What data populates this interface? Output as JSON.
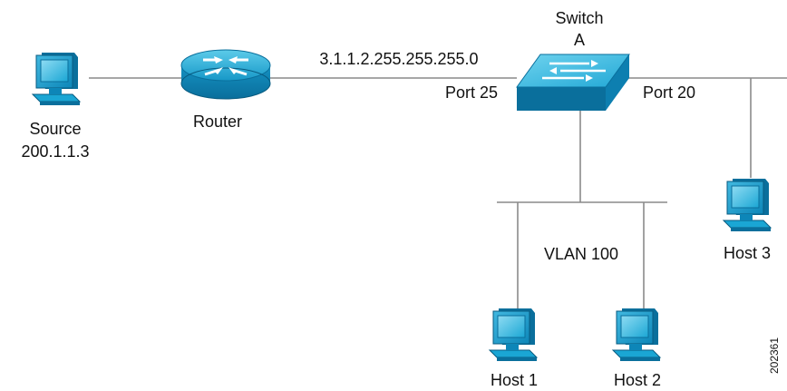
{
  "diagram": {
    "switch": {
      "label_line1": "Switch",
      "label_line2": "A",
      "port_left": "Port 25",
      "port_right": "Port 20"
    },
    "link_label": "3.1.1.2.255.255.255.0",
    "router": {
      "label": "Router"
    },
    "source": {
      "label": "Source",
      "ip": "200.1.1.3"
    },
    "vlan_label": "VLAN 100",
    "hosts": [
      {
        "label": "Host 1"
      },
      {
        "label": "Host 2"
      },
      {
        "label": "Host 3"
      }
    ],
    "figure_id": "202361"
  },
  "colors": {
    "device_light": "#4fc0e0",
    "device_mid": "#1aa6d4",
    "device_dark": "#0a6f9c",
    "wire": "#8a8a8a"
  },
  "icons": [
    "computer-icon",
    "router-icon",
    "switch-icon"
  ]
}
